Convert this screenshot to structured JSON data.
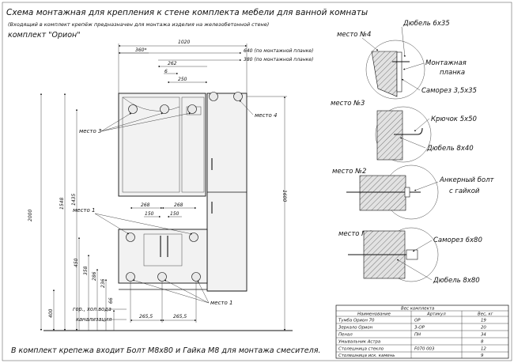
{
  "title": "Схема монтажная для крепления к стене комплекта мебели для ванной комнаты",
  "subtitle": "(Входящий в комплект крепёж предназначен для монтажа изделия на железобетонной стене)",
  "kit_name": "комплект \"Орион\"",
  "footer_note": "В комплект крепежа входит Болт М8х80 и Гайка М8 для монтажа смесителя.",
  "dimensions": {
    "d1020": "1020",
    "d640": "640 (по монтажной планке)",
    "d380": "380 (по монтажной планке)",
    "d360": "360*",
    "d262": "262",
    "d6": "6",
    "d250": "250",
    "d1548": "1548",
    "d1435": "1435",
    "d1600": "1600",
    "d2000": "2000",
    "d268a": "268",
    "d268b": "268",
    "d150a": "150",
    "d150b": "150",
    "d450": "450",
    "d358": "358",
    "d286": "286",
    "d236": "236",
    "d66": "66",
    "d400": "400",
    "d2655a": "265,5",
    "d2655b": "265,5"
  },
  "plan_labels": {
    "place3": "место 3",
    "place4": "место 4",
    "place1_top": "место 1",
    "place1_bottom": "место 1",
    "cold_hot_water": "гор., хол.вода",
    "sewer": "канализация"
  },
  "details": {
    "place4": {
      "name": "место №4",
      "dowel": "Дюбель 6х35",
      "plate_line1": "Монтажная",
      "plate_line2": "планка",
      "screw": "Саморез 3,5х35"
    },
    "place3": {
      "name": "место №3",
      "hook": "Крючок 5х50",
      "dowel": "Дюбель 8х40"
    },
    "place2": {
      "name": "место №2",
      "anchor_line1": "Анкерный болт",
      "anchor_line2": "с гайкой"
    },
    "place1": {
      "name": "место №1",
      "screw": "Саморез 6х80",
      "dowel": "Дюбель 8х80"
    }
  },
  "weight_table": {
    "caption": "Вес комплекта",
    "headers": [
      "Наименование",
      "Артикул",
      "Вес, кг"
    ],
    "rows": [
      [
        "Тумба Орион 70",
        "ОР",
        "19"
      ],
      [
        "Зеркало Орион",
        "З-ОР",
        "20"
      ],
      [
        "Пенал",
        "ПН",
        "34"
      ],
      [
        "Умывальник Астра",
        "",
        "8"
      ],
      [
        "Столешница стекло",
        "F070 003",
        "12"
      ],
      [
        "Столешница иск. камень",
        "",
        "9"
      ]
    ]
  }
}
